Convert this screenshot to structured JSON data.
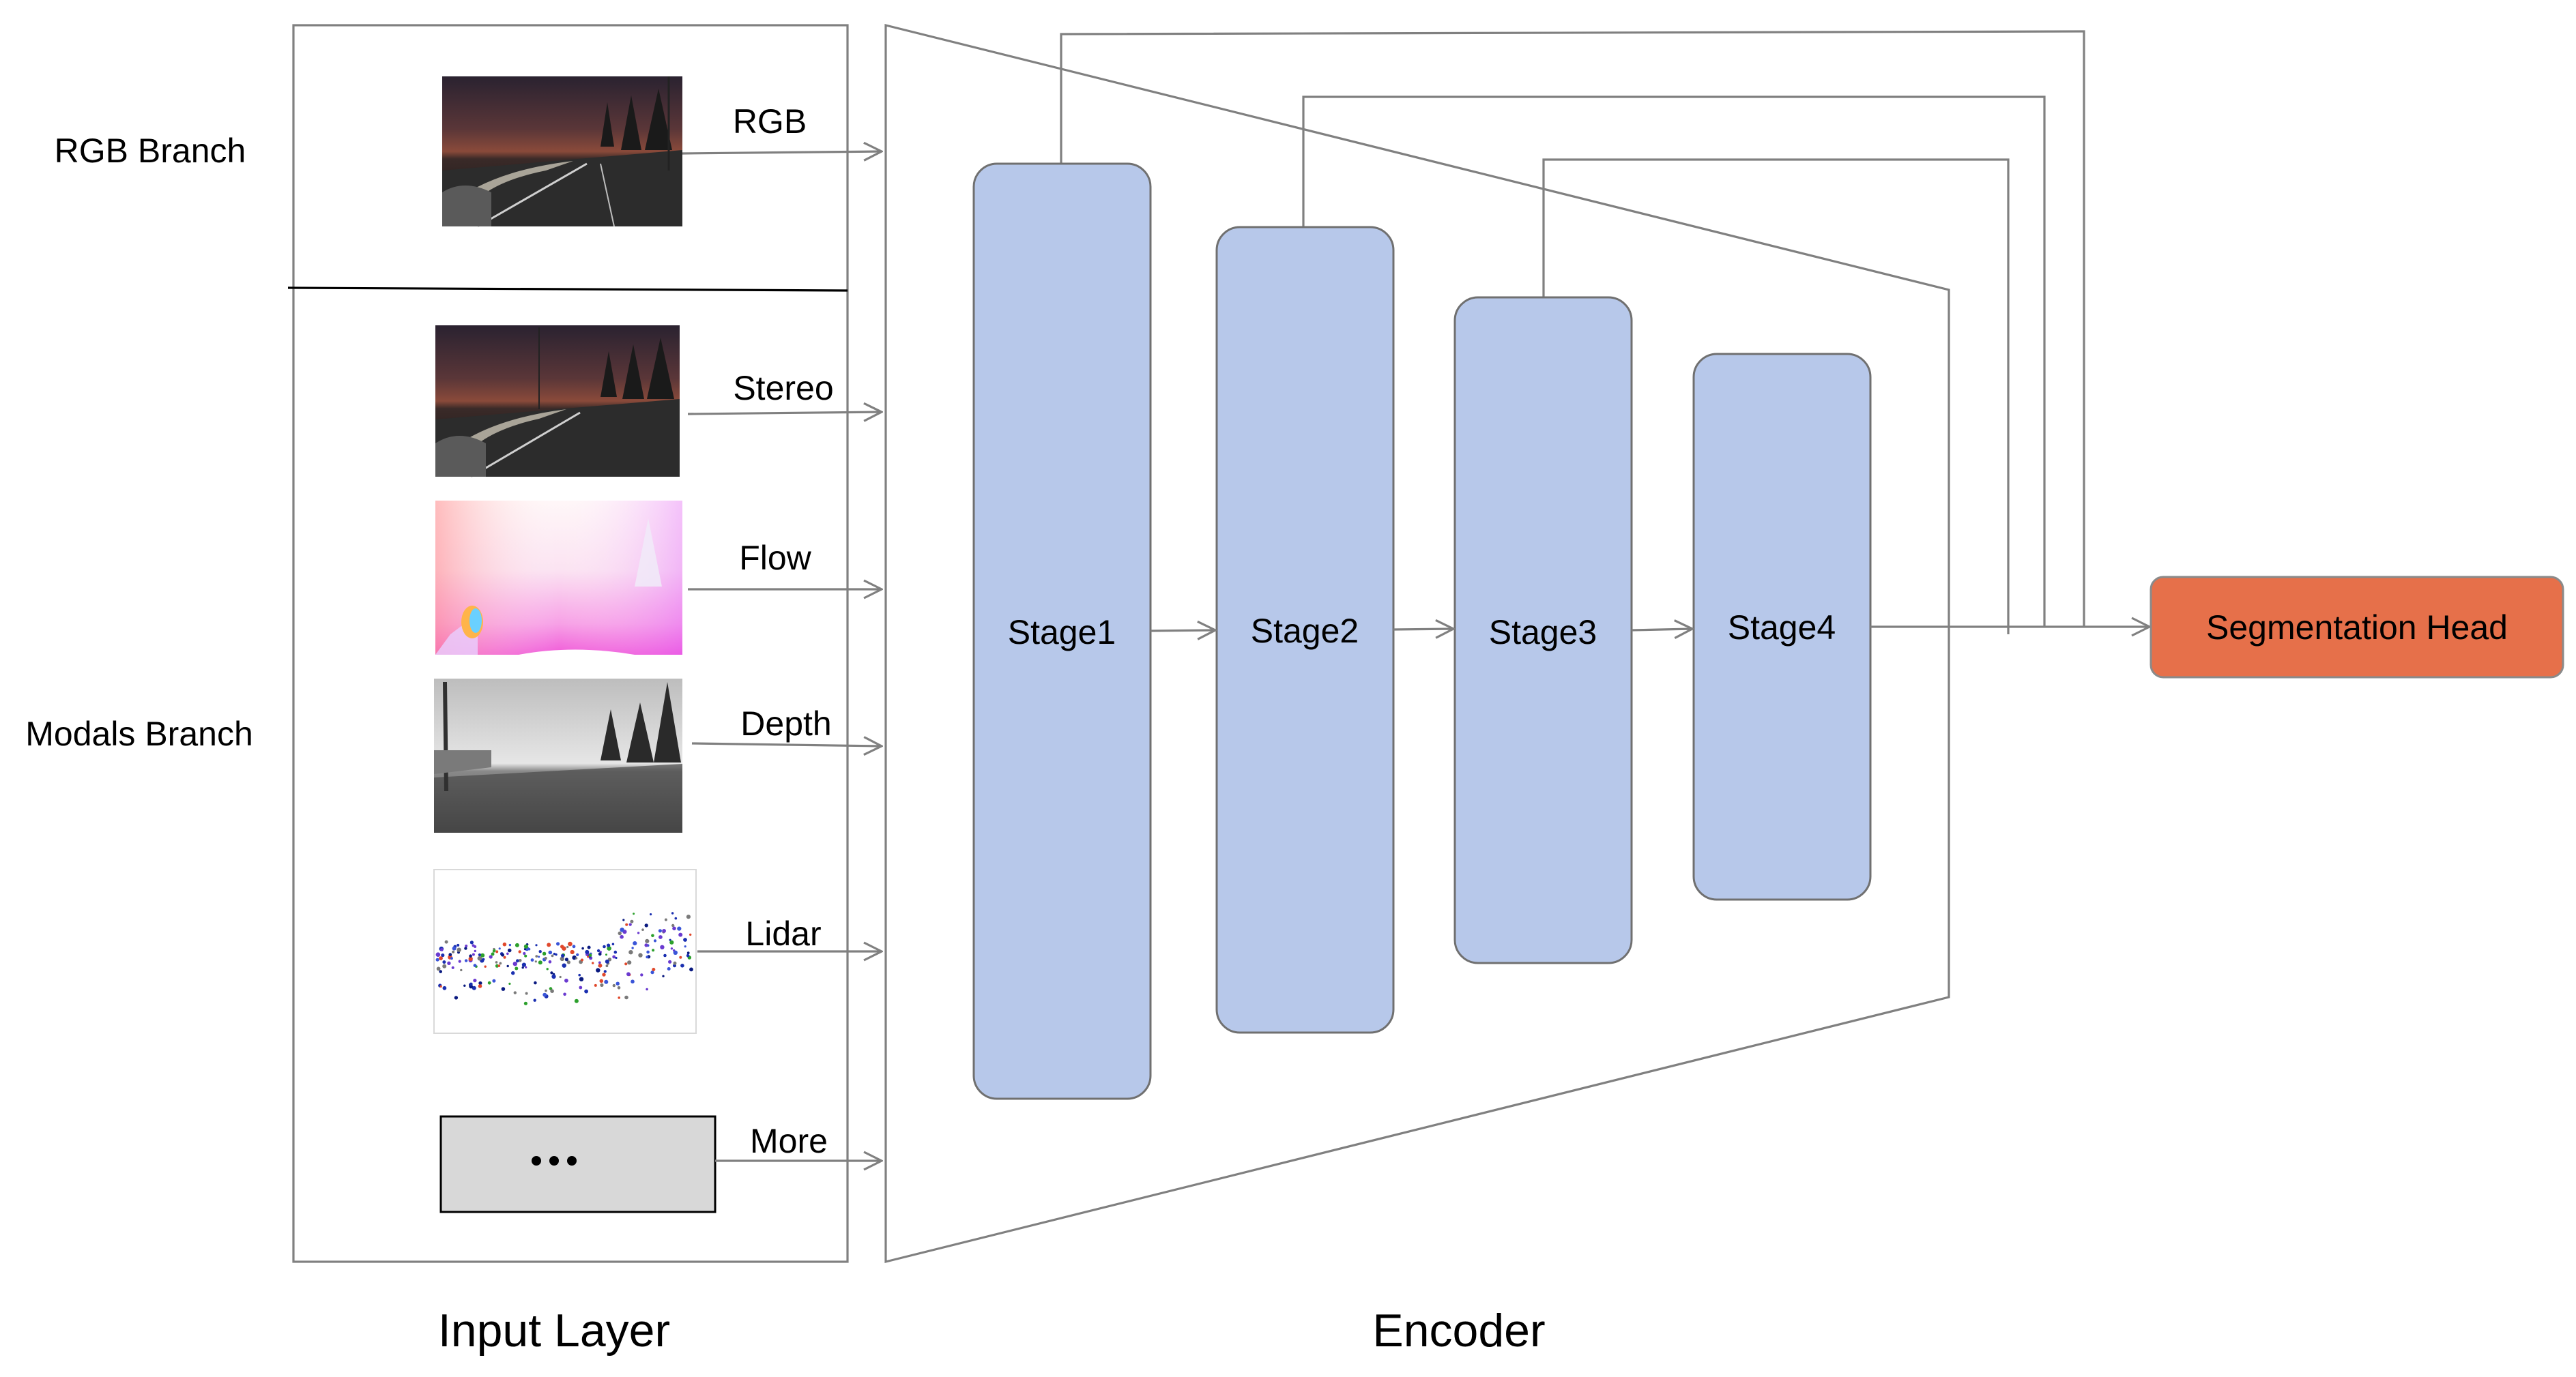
{
  "branches": {
    "rgb": "RGB Branch",
    "modals": "Modals Branch"
  },
  "inputs": {
    "rgb": "RGB",
    "stereo": "Stereo",
    "flow": "Flow",
    "depth": "Depth",
    "lidar": "Lidar",
    "more": "More",
    "more_box": "•••"
  },
  "stages": [
    "Stage1",
    "Stage2",
    "Stage3",
    "Stage4"
  ],
  "head": "Segmentation Head",
  "captions": {
    "input_layer": "Input Layer",
    "encoder": "Encoder"
  },
  "colors": {
    "stage_fill": "#b7c8ea",
    "stage_stroke": "#707070",
    "head_fill": "#e6704a",
    "more_box_fill": "#d8d8d8",
    "line": "#808080"
  }
}
